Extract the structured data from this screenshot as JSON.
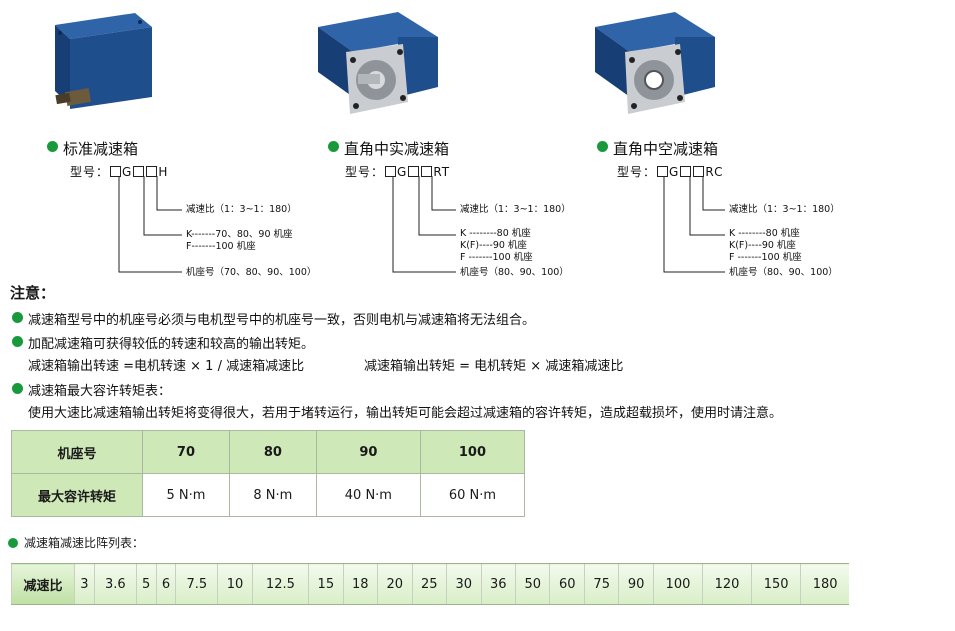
{
  "products": [
    {
      "title": "标准减速箱",
      "model_prefix": "型号：",
      "model_mid": "G",
      "model_suffix": "H",
      "ann_ratio": "减速比（1：3~1：180）",
      "ann_k": "K-------70、80、90 机座",
      "ann_f": "F-------100 机座",
      "ann_base": "机座号（70、80、90、100）"
    },
    {
      "title": "直角中实减速箱",
      "model_prefix": "型号：",
      "model_mid": "G",
      "model_suffix": "RT",
      "ann_ratio": "减速比（1：3~1：180）",
      "ann_k": "K --------80 机座",
      "ann_kf": "K(F)----90 机座",
      "ann_f": "F -------100 机座",
      "ann_base": "机座号（80、90、100）"
    },
    {
      "title": "直角中空减速箱",
      "model_prefix": "型号：",
      "model_mid": "G",
      "model_suffix": "RC",
      "ann_ratio": "减速比（1：3~1：180）",
      "ann_k": "K --------80 机座",
      "ann_kf": "K(F)----90 机座",
      "ann_f": "F -------100 机座",
      "ann_base": "机座号（80、90、100）"
    }
  ],
  "notes": {
    "heading": "注意：",
    "n1": "减速箱型号中的机座号必须与电机型号中的机座号一致，否则电机与减速箱将无法组合。",
    "n2": "加配减速箱可获得较低的转速和较高的输出转矩。",
    "n2a": "减速箱输出转速 =电机转速 × 1 / 减速箱减速比",
    "n2b": "减速箱输出转矩 = 电机转矩 × 减速箱减速比",
    "n3": "减速箱最大容许转矩表：",
    "n3a": "使用大速比减速箱输出转矩将变得很大，若用于堵转运行，输出转矩可能会超过减速箱的容许转矩，造成超载损坏，使用时请注意。",
    "n4": "减速箱减速比阵列表："
  },
  "torque_table": {
    "header": [
      "机座号",
      "70",
      "80",
      "90",
      "100"
    ],
    "row": [
      "最大容许转矩",
      "5 N·m",
      "8 N·m",
      "40 N·m",
      "60 N·m"
    ]
  },
  "ratio_table": {
    "label": "减速比",
    "values": [
      "3",
      "3.6",
      "5",
      "6",
      "7.5",
      "10",
      "12.5",
      "15",
      "18",
      "20",
      "25",
      "30",
      "36",
      "50",
      "60",
      "75",
      "90",
      "100",
      "120",
      "150",
      "180"
    ]
  },
  "colors": {
    "bullet": "#189a3c",
    "table_header": "#cfe8b8",
    "motor_blue": "#1f4e8c"
  }
}
